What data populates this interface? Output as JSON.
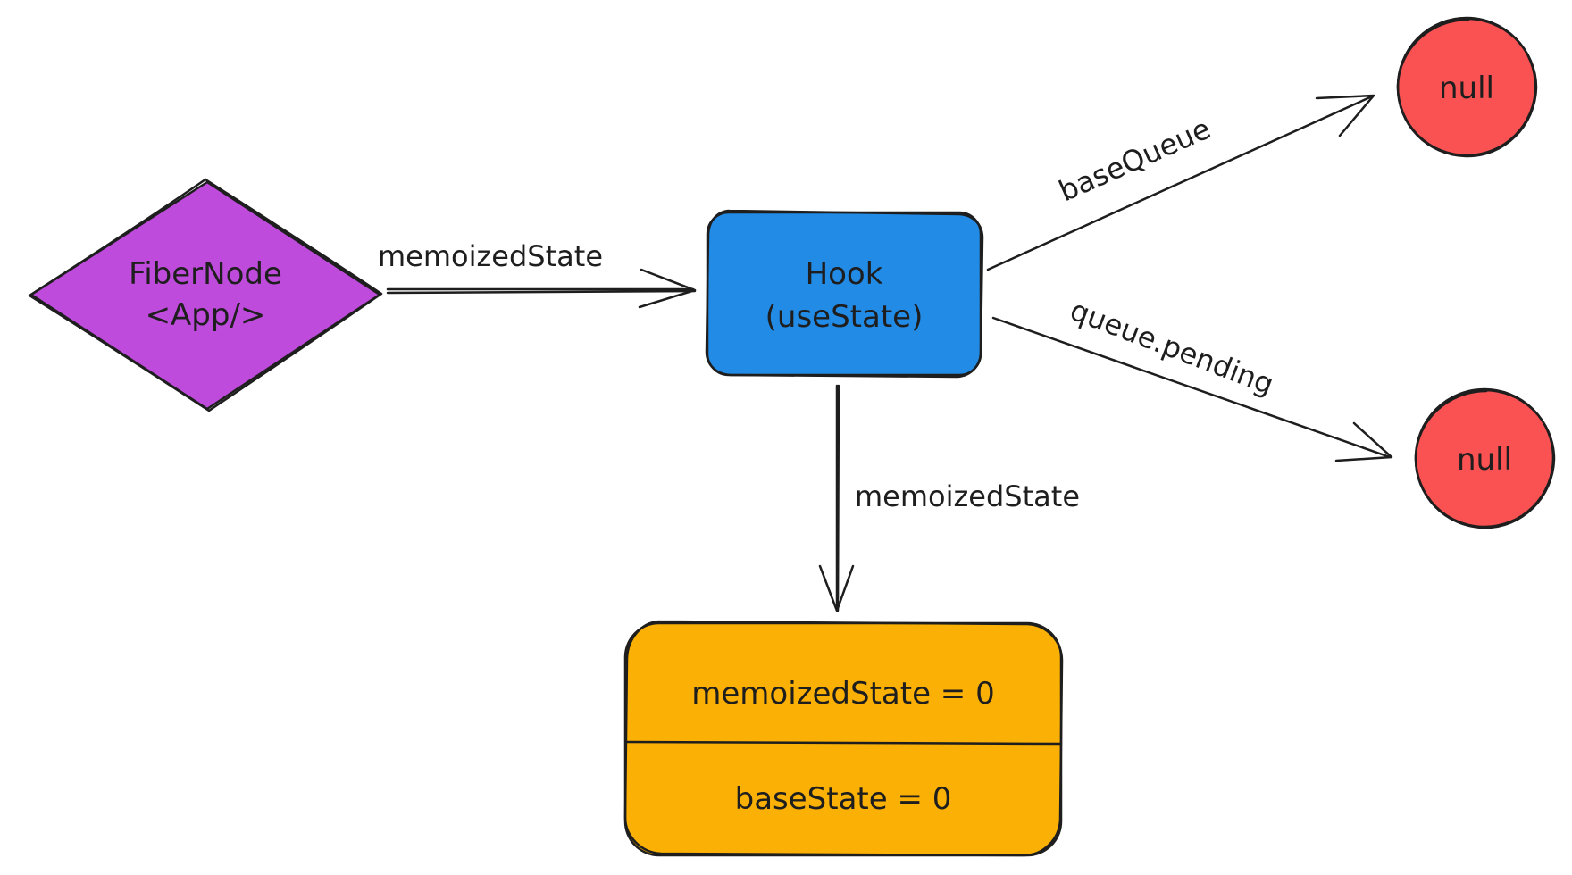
{
  "colors": {
    "fiber_fill": "#be4bdb",
    "hook_fill": "#228be6",
    "null_fill": "#fa5252",
    "state_fill": "#fab005",
    "stroke": "#1e1e1e"
  },
  "nodes": {
    "fiber": {
      "line1": "FiberNode",
      "line2": "<App/>"
    },
    "hook": {
      "line1": "Hook",
      "line2": "(useState)"
    },
    "null_top": {
      "label": "null"
    },
    "null_bottom": {
      "label": "null"
    },
    "state": {
      "row1": "memoizedState = 0",
      "row2": "baseState = 0"
    }
  },
  "edges": {
    "fiber_to_hook": "memoizedState",
    "hook_to_state": "memoizedState",
    "hook_to_basequeue": "baseQueue",
    "hook_to_pending": "queue.pending"
  }
}
